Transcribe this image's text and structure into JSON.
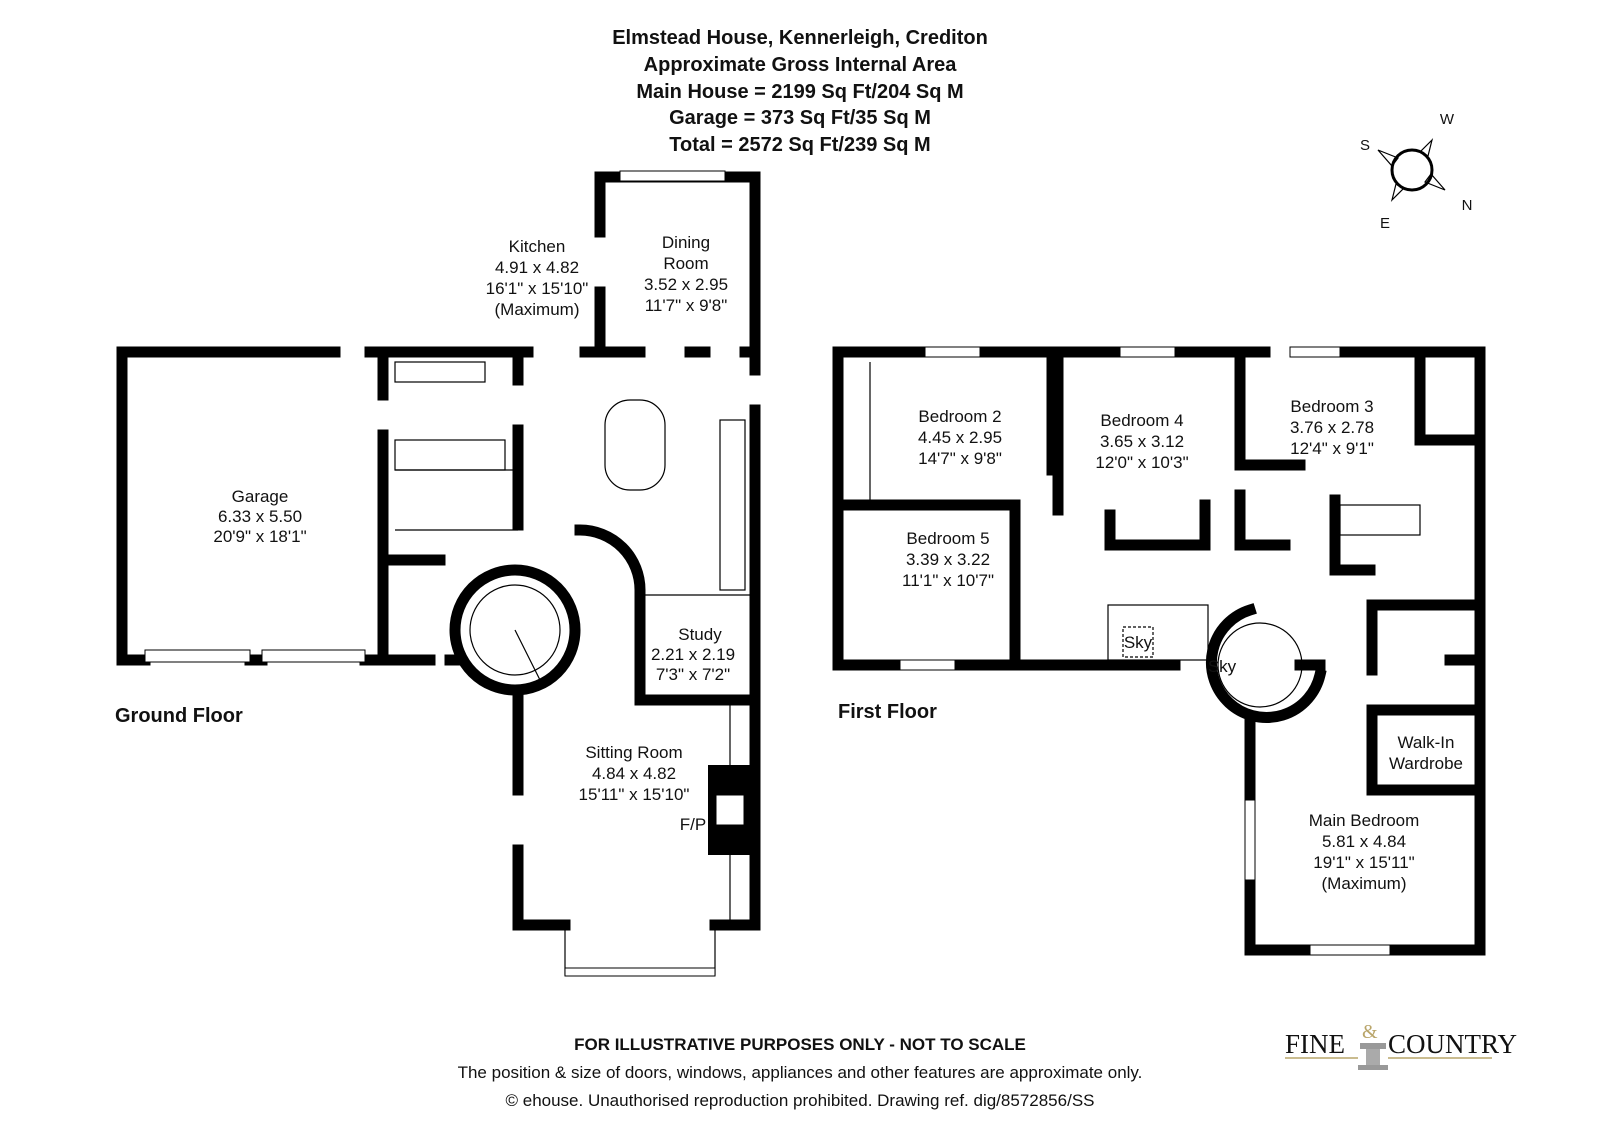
{
  "header": {
    "title": "Elmstead House, Kennerleigh, Crediton",
    "subtitle": "Approximate Gross Internal Area",
    "main_house": "Main House = 2199 Sq Ft/204 Sq M",
    "garage": "Garage = 373 Sq Ft/35 Sq M",
    "total": "Total = 2572 Sq Ft/239 Sq M"
  },
  "compass": {
    "s": "S",
    "w": "W",
    "e": "E",
    "n": "N"
  },
  "ground_floor": {
    "label": "Ground Floor",
    "rooms": [
      {
        "name": "Garage",
        "metric": "6.33 x 5.50",
        "imperial": "20'9\" x 18'1\""
      },
      {
        "name": "Kitchen",
        "metric": "4.91 x 4.82",
        "imperial": "16'1\" x 15'10\"",
        "note": "(Maximum)"
      },
      {
        "name": "Dining",
        "name2": "Room",
        "metric": "3.52 x 2.95",
        "imperial": "11'7\" x 9'8\""
      },
      {
        "name": "Study",
        "metric": "2.21 x 2.19",
        "imperial": "7'3\" x 7'2\""
      },
      {
        "name": "Sitting Room",
        "metric": "4.84 x 4.82",
        "imperial": "15'11\" x 15'10\""
      }
    ],
    "fireplace": "F/P"
  },
  "first_floor": {
    "label": "First Floor",
    "rooms": [
      {
        "name": "Bedroom 2",
        "metric": "4.45 x 2.95",
        "imperial": "14'7\" x 9'8\""
      },
      {
        "name": "Bedroom 4",
        "metric": "3.65 x 3.12",
        "imperial": "12'0\" x 10'3\""
      },
      {
        "name": "Bedroom 3",
        "metric": "3.76 x 2.78",
        "imperial": "12'4\" x 9'1\""
      },
      {
        "name": "Bedroom 5",
        "metric": "3.39 x 3.22",
        "imperial": "11'1\" x 10'7\""
      },
      {
        "name": "Walk-In",
        "name2": "Wardrobe"
      },
      {
        "name": "Main Bedroom",
        "metric": "5.81 x 4.84",
        "imperial": "19'1\" x 15'11\"",
        "note": "(Maximum)"
      }
    ],
    "skylight": "Sky"
  },
  "footer": {
    "disclaimer": "FOR ILLUSTRATIVE PURPOSES ONLY - NOT TO SCALE",
    "note": "The position & size of doors, windows, appliances and other features are approximate only.",
    "copyright": "© ehouse. Unauthorised reproduction prohibited. Drawing ref. dig/8572856/SS"
  },
  "logo": {
    "text": "FINE & COUNTRY",
    "gold": "#b9a56a"
  }
}
